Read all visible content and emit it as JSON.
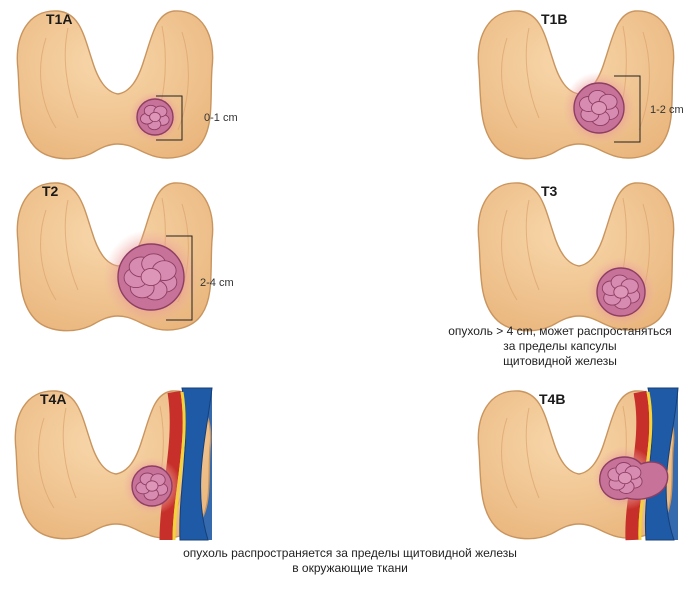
{
  "colors": {
    "gland_fill": "#f2c590",
    "gland_stroke": "#c9955f",
    "tumor_fill": "#c77399",
    "tumor_stroke": "#8e3e63",
    "tumor_halo": "#e79a98",
    "artery": "#c7302a",
    "vein": "#1f5aa6",
    "nerve": "#f3d23a"
  },
  "panels": [
    {
      "label": "T1A",
      "size_label": "0-1 cm"
    },
    {
      "label": "T1B",
      "size_label": "1-2 cm"
    },
    {
      "label": "T2",
      "size_label": "2-4 cm"
    },
    {
      "label": "T3"
    },
    {
      "label": "T4A"
    },
    {
      "label": "T4B"
    }
  ],
  "notes": {
    "t3": [
      "опухоль > 4 cm, может распростаняться",
      "за пределы капсулы",
      "щитовидной железы"
    ],
    "t4": [
      "опухоль распространяется за пределы щитовидной железы",
      "в окружающие ткани"
    ]
  }
}
